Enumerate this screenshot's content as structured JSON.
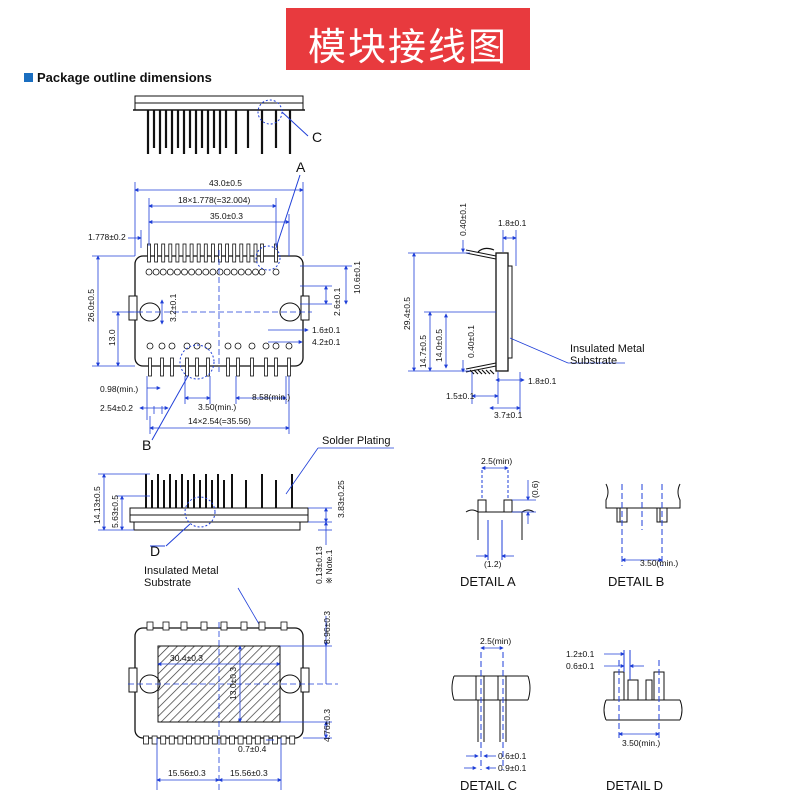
{
  "title": "模块接线图",
  "section_heading": "Package outline dimensions",
  "colors": {
    "banner": "#e83a3e",
    "dim": "#1f3fd8",
    "outline": "#111111",
    "section_square": "#1a6ec0"
  },
  "callouts": {
    "a": "A",
    "b": "B",
    "c": "C",
    "d": "D"
  },
  "labels": {
    "insulated_metal_substrate_line1": "Insulated Metal",
    "insulated_metal_substrate_line2": "Substrate",
    "solder_plating": "Solder Plating",
    "note": "※ Note.1"
  },
  "dimensions": {
    "top": {
      "overall_width": "43.0±0.5",
      "pitch_18": "18×1.778(=32.004)",
      "inner_width": "35.0±0.3",
      "pin_offset": "1.778±0.2",
      "height": "26.0±0.5",
      "half_height": "13.0",
      "hole": "3.2±0.1",
      "d26": "2.6±0.1",
      "d106": "10.6±0.1",
      "d16": "1.6±0.1",
      "d42": "4.2±0.1",
      "d098": "0.98(min.)",
      "d254": "2.54±0.2",
      "d350": "3.50(min.)",
      "d858": "8.58(min.)",
      "pitch_14": "14×2.54(=35.56)"
    },
    "side": {
      "d040a": "0.40±0.1",
      "d18a": "1.8±0.1",
      "d294": "29.4±0.5",
      "d147": "14.7±0.5",
      "d140": "14.0±0.5",
      "d040b": "0.40±0.1",
      "d18b": "1.8±0.1",
      "d15": "1.5±0.1",
      "d37": "3.7±0.1"
    },
    "front": {
      "d1413": "14.13±0.5",
      "d563": "5.63±0.5",
      "d383": "3.83±0.25",
      "d013": "0.13±0.13"
    },
    "bottom": {
      "d304": "30.4±0.3",
      "d130": "13.0±0.3",
      "d896": "8.96±0.3",
      "d476": "4.76±0.3",
      "d07": "0.7±0.4",
      "d1556a": "15.56±0.3",
      "d1556b": "15.56±0.3"
    },
    "detail_a": {
      "d25": "2.5(min)",
      "d06": "(0.6)",
      "d12": "(1.2)"
    },
    "detail_b": {
      "d350": "3.50(min.)"
    },
    "detail_c": {
      "d25": "2.5(min)",
      "d06": "0.6±0.1",
      "d09": "0.9±0.1"
    },
    "detail_d": {
      "d12": "1.2±0.1",
      "d06": "0.6±0.1",
      "d350": "3.50(min.)"
    }
  },
  "detail_titles": {
    "a": "DETAIL A",
    "b": "DETAIL B",
    "c": "DETAIL C",
    "d": "DETAIL D"
  }
}
